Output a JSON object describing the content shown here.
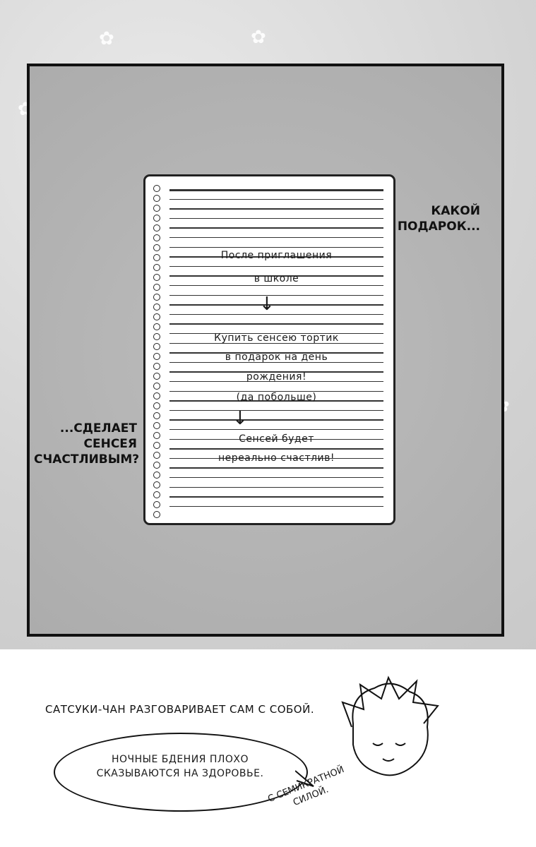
{
  "bubbles": {
    "what_gift": [
      "КАКОЙ",
      "ПОДАРОК..."
    ],
    "make_happy": [
      "...СДЕЛАЕТ",
      "СЕНСЕЯ",
      "СЧАСТЛИВЫМ?"
    ]
  },
  "notebook": {
    "lines": [
      "После приглашения",
      "в школе",
      "Купить сенсею тортик",
      "в подарок на день",
      "рождения!",
      "(да побольше)",
      "Сенсей будет",
      "нереально счастлив!"
    ],
    "arrow_glyph": "↓"
  },
  "caption": "САТСУКИ-ЧАН РАЗГОВАРИВАЕТ САМ С СОБОЙ.",
  "speech": {
    "lines": [
      "НОЧНЫЕ БДЕНИЯ ПЛОХО",
      "СКАЗЫВАЮТСЯ НА ЗДОРОВЬЕ."
    ]
  },
  "side_note": [
    "С СЕМИКРАТНОЙ",
    "СИЛОЙ."
  ]
}
